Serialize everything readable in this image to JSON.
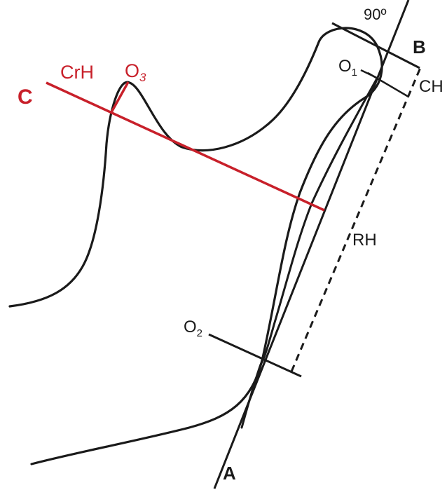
{
  "colors": {
    "ink": "#1a1a1a",
    "accent": "#c8202a"
  },
  "labels": {
    "point_a": "A",
    "point_b": "B",
    "point_c": "C",
    "o1": "O",
    "o1_sub": "1",
    "o2": "O",
    "o2_sub": "2",
    "o3": "O",
    "o3_sub": "3",
    "crh": "CrH",
    "ch": "CH",
    "rh": "RH",
    "angle": "90º"
  }
}
